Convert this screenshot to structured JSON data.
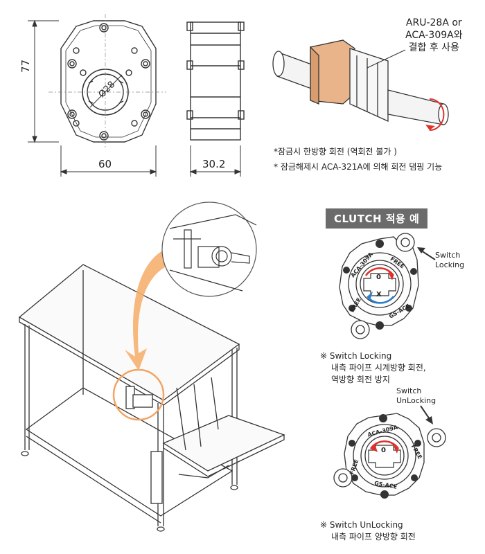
{
  "dimensions": {
    "height": "77",
    "width": "60",
    "depth": "30.2",
    "bore": "Ø28"
  },
  "product_callout": {
    "line1": "ARU-28A or",
    "line2": "ACA-309A와",
    "line3": "결합 후 사용"
  },
  "notes": {
    "note1": "*잠금시 한방향 회전 (역회전 불가 )",
    "note2": "* 잠금해제시 ACA-321A에 의해 회전 댐핑 기능"
  },
  "clutch": {
    "title": "CLUTCH 적용 예",
    "locking_label_line1": "Switch",
    "locking_label_line2": "Locking",
    "unlocking_label_line1": "Switch",
    "unlocking_label_line2": "UnLocking",
    "disk_model": "ACA-309A",
    "disk_free": "FREE",
    "disk_brand": "GS-ACE",
    "mark_o": "0",
    "mark_x": "X",
    "locking_note_title": "※ Switch Locking",
    "locking_note_line1": "내측 파이프 시계방향 회전,",
    "locking_note_line2": "역방향 회전 방지",
    "unlocking_note_title": "※ Switch UnLocking",
    "unlocking_note_line1": "내측 파이프 양방향 회전"
  },
  "colors": {
    "line": "#333333",
    "highlight": "#f2a463",
    "sleeve": "#e9b48a",
    "badge_bg": "#6b6b6b",
    "arrow_red": "#e0302a",
    "arrow_blue": "#2a7fd0"
  }
}
